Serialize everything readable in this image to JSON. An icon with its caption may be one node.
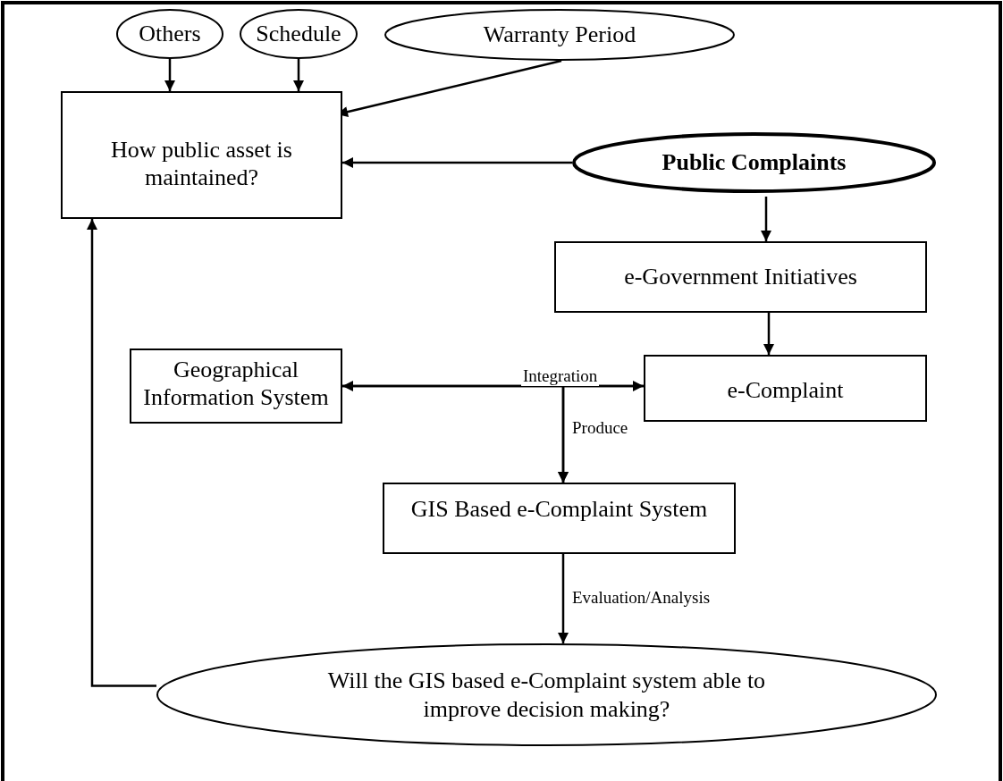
{
  "diagram": {
    "nodes": [
      {
        "text": [
          "Others"
        ]
      },
      {
        "text": [
          "Schedule"
        ]
      },
      {
        "text": [
          "Warranty Period"
        ]
      },
      {
        "text": [
          "How public asset is maintained?"
        ]
      },
      {
        "text": [
          "Public Complaints"
        ]
      },
      {
        "text": [
          "e-Government Initiatives"
        ]
      },
      {
        "text": [
          "Geographical Information System"
        ]
      },
      {
        "text": [
          "e-Complaint"
        ]
      },
      {
        "text": [
          "GIS Based e-Complaint System"
        ]
      },
      {
        "text": [
          "Will the GIS based e-Complaint system able to improve decision making?"
        ]
      }
    ],
    "edges": [
      {
        "from": 0,
        "to": 3,
        "arrow": "to"
      },
      {
        "from": 1,
        "to": 3,
        "arrow": "to"
      },
      {
        "from": 2,
        "to": 3,
        "arrow": "to"
      },
      {
        "from": 4,
        "to": 3,
        "arrow": "to"
      },
      {
        "from": 4,
        "to": 5,
        "arrow": "to"
      },
      {
        "from": 5,
        "to": 7,
        "arrow": "to"
      },
      {
        "from": 6,
        "to": 7,
        "arrow": "both",
        "label": "Integration"
      },
      {
        "from": 6,
        "to": 8,
        "arrow": "to",
        "label": "Produce"
      },
      {
        "from": 7,
        "to": 8,
        "arrow": "to"
      },
      {
        "from": 8,
        "to": 9,
        "arrow": "to",
        "label": "Evaluation/Analysis"
      },
      {
        "from": 9,
        "to": 3,
        "arrow": "to"
      }
    ]
  }
}
